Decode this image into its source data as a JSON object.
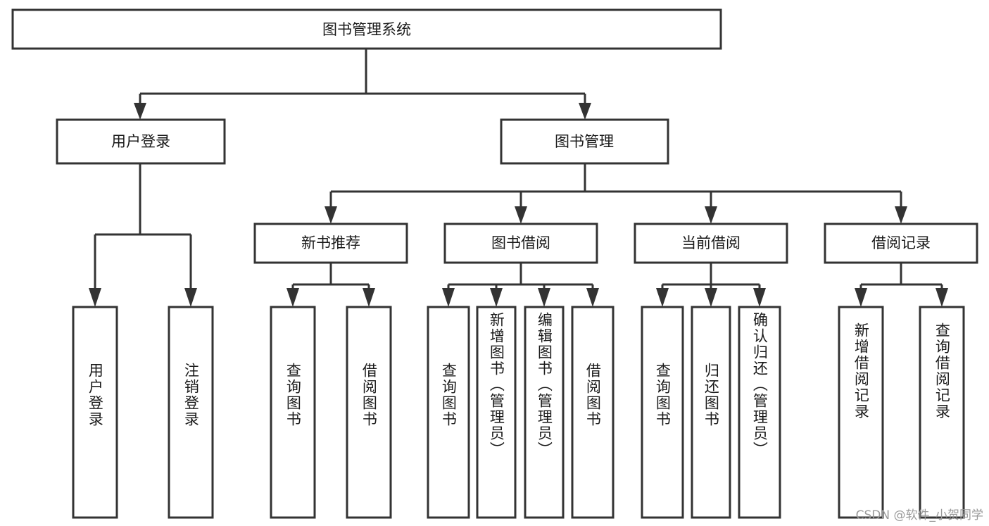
{
  "diagram": {
    "title": "图书管理系统",
    "type": "tree",
    "watermark": "CSDN @软件_小贺同学",
    "colors": {
      "stroke": "#333333",
      "fill": "#ffffff",
      "text": "#1a1a1a",
      "watermark": "#9a9a9a",
      "background": "#ffffff"
    },
    "levels": {
      "root": {
        "label": "图书管理系统"
      },
      "level2": [
        {
          "label": "用户登录"
        },
        {
          "label": "图书管理"
        }
      ],
      "level3": [
        {
          "label": "新书推荐"
        },
        {
          "label": "图书借阅"
        },
        {
          "label": "当前借阅"
        },
        {
          "label": "借阅记录"
        }
      ]
    },
    "nodes": {
      "root": "图书管理系统",
      "user_login": "用户登录",
      "book_manage": "图书管理",
      "new_book_rec": "新书推荐",
      "book_borrow": "图书借阅",
      "current_borrow": "当前借阅",
      "borrow_record": "借阅记录",
      "leaf_user_login": "用户登录",
      "leaf_user_logout": "注销登录",
      "leaf_query_book_1": "查询图书",
      "leaf_borrow_book_1": "借阅图书",
      "leaf_query_book_2": "查询图书",
      "leaf_add_book_admin": "新增图书（管理员）",
      "leaf_edit_book_admin": "编辑图书（管理员）",
      "leaf_borrow_book_2": "借阅图书",
      "leaf_query_book_3": "查询图书",
      "leaf_return_book": "归还图书",
      "leaf_confirm_return_admin": "确认归还（管理员）",
      "leaf_add_borrow_record": "新增借阅记录",
      "leaf_query_borrow_record": "查询借阅记录"
    },
    "edges": [
      {
        "from": "图书管理系统",
        "to": "用户登录"
      },
      {
        "from": "图书管理系统",
        "to": "图书管理"
      },
      {
        "from": "用户登录",
        "to": "用户登录"
      },
      {
        "from": "用户登录",
        "to": "注销登录"
      },
      {
        "from": "图书管理",
        "to": "新书推荐"
      },
      {
        "from": "图书管理",
        "to": "图书借阅"
      },
      {
        "from": "图书管理",
        "to": "当前借阅"
      },
      {
        "from": "图书管理",
        "to": "借阅记录"
      },
      {
        "from": "新书推荐",
        "to": "查询图书"
      },
      {
        "from": "新书推荐",
        "to": "借阅图书"
      },
      {
        "from": "图书借阅",
        "to": "查询图书"
      },
      {
        "from": "图书借阅",
        "to": "新增图书（管理员）"
      },
      {
        "from": "图书借阅",
        "to": "编辑图书（管理员）"
      },
      {
        "from": "图书借阅",
        "to": "借阅图书"
      },
      {
        "from": "当前借阅",
        "to": "查询图书"
      },
      {
        "from": "当前借阅",
        "to": "归还图书"
      },
      {
        "from": "当前借阅",
        "to": "确认归还（管理员）"
      },
      {
        "from": "借阅记录",
        "to": "新增借阅记录"
      },
      {
        "from": "借阅记录",
        "to": "查询借阅记录"
      }
    ]
  }
}
